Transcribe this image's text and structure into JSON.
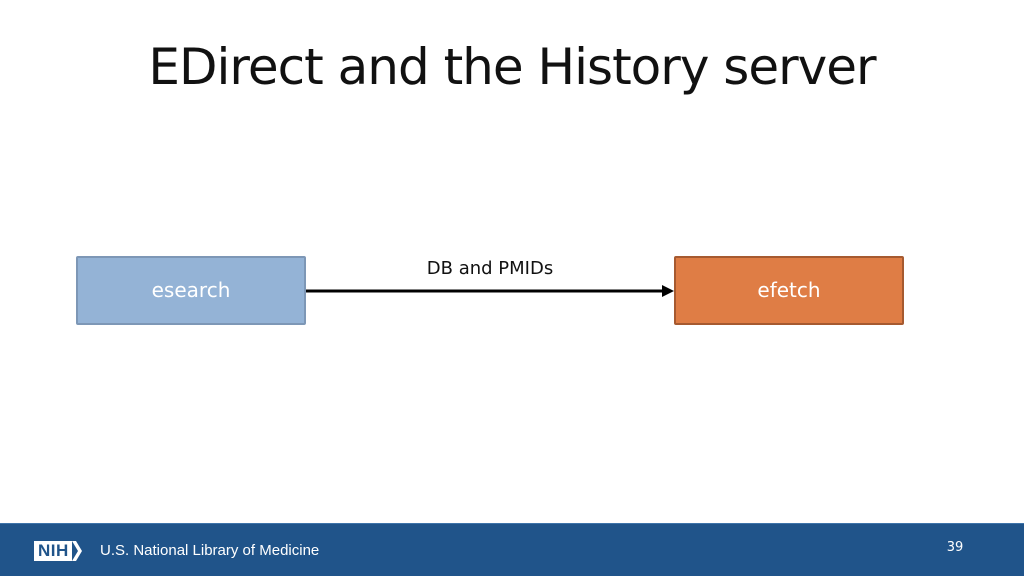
{
  "slide": {
    "title": "EDirect and the History server",
    "page_number": "39"
  },
  "diagram": {
    "nodes": [
      {
        "id": "esearch",
        "label": "esearch",
        "fill": "#94b3d6",
        "stroke": "#7d97b6"
      },
      {
        "id": "efetch",
        "label": "efetch",
        "fill": "#df7d45",
        "stroke": "#a65a30"
      }
    ],
    "edges": [
      {
        "from": "esearch",
        "to": "efetch",
        "label": "DB and PMIDs"
      }
    ]
  },
  "footer": {
    "logo_text": "NIH",
    "org_name": "U.S. National Library of Medicine",
    "background": "#20548a"
  }
}
